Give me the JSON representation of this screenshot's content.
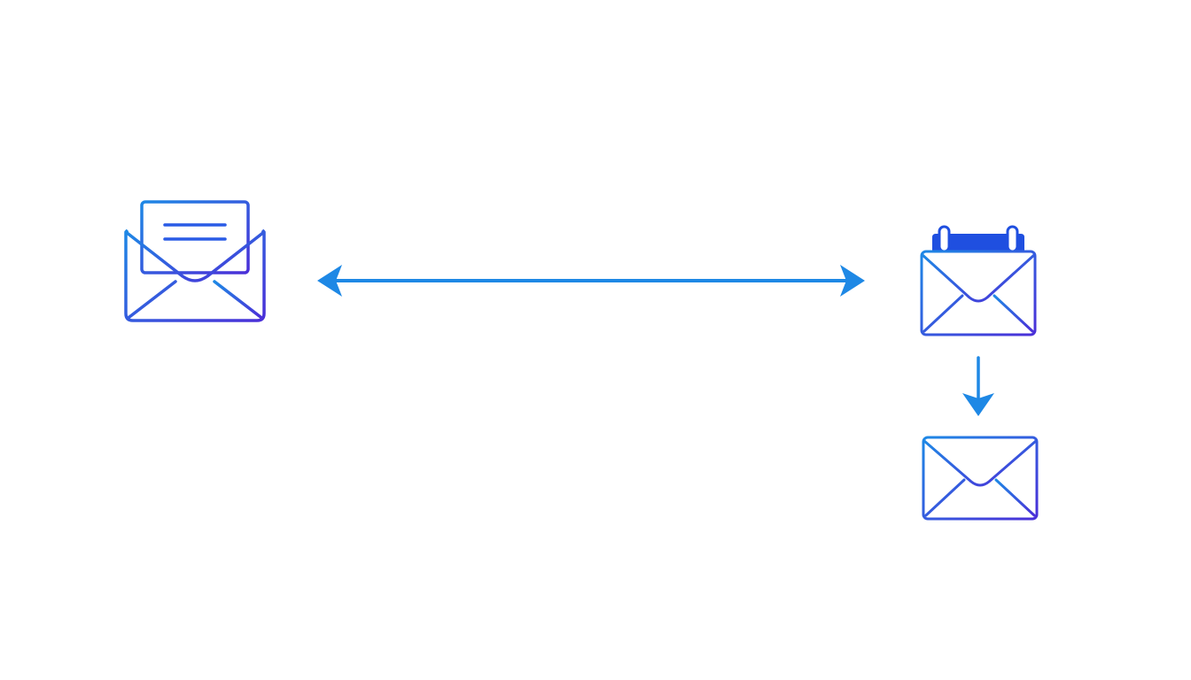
{
  "diagram": {
    "nodes": [
      {
        "id": "open-letter",
        "icon": "envelope-open-letter-icon"
      },
      {
        "id": "calendar-mail",
        "icon": "calendar-envelope-icon"
      },
      {
        "id": "mail",
        "icon": "envelope-icon"
      }
    ],
    "edges": [
      {
        "from": "open-letter",
        "to": "calendar-mail",
        "direction": "bidirectional"
      },
      {
        "from": "calendar-mail",
        "to": "mail",
        "direction": "forward"
      }
    ]
  },
  "colors": {
    "stroke_gradient_start": "#1e88e5",
    "stroke_gradient_end": "#4a2fd8",
    "connector": "#1e88e5",
    "calendar_band": "#1f4fe0",
    "background": "#ffffff"
  }
}
